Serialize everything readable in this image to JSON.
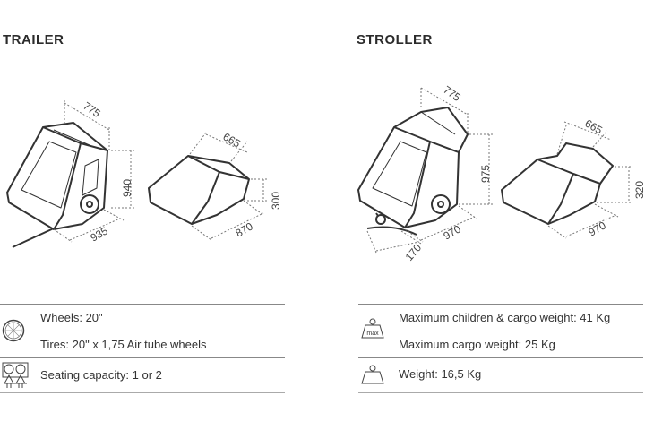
{
  "trailer": {
    "title": "TRAILER",
    "dims": {
      "depth": "775",
      "height": "940",
      "length": "935"
    },
    "cargo_dims": {
      "depth": "665",
      "height": "300",
      "length": "870"
    },
    "specs": [
      {
        "icon": "wheel-icon",
        "text": "Wheels: 20\""
      },
      {
        "icon": "",
        "text": "Tires: 20\" x 1,75 Air tube wheels"
      },
      {
        "icon": "seats-icon",
        "text": "Seating capacity: 1 or 2"
      }
    ]
  },
  "stroller": {
    "title": "STROLLER",
    "dims": {
      "depth": "775",
      "height": "975",
      "length": "970",
      "wheel": "170"
    },
    "cargo_dims": {
      "depth": "665",
      "height": "320",
      "length": "970"
    },
    "specs": [
      {
        "icon": "max-weight-icon",
        "text": "Maximum children & cargo weight: 41 Kg",
        "icon_label": "max"
      },
      {
        "icon": "",
        "text": "Maximum cargo weight: 25 Kg"
      },
      {
        "icon": "weight-icon",
        "text": "Weight: 16,5 Kg"
      }
    ]
  }
}
